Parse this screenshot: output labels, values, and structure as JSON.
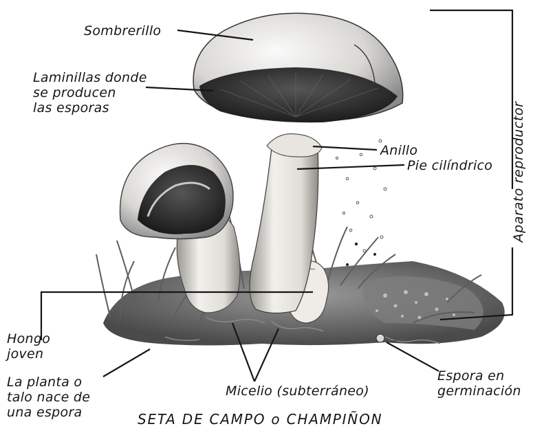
{
  "caption": "SETA DE CAMPO o CHAMPIÑON",
  "labels": {
    "sombrerillo": "Sombrerillo",
    "laminillas": [
      "Laminillas donde",
      "se producen",
      "las esporas"
    ],
    "anillo": "Anillo",
    "pie": "Pie cilíndrico",
    "hongo_joven": [
      "Hongo",
      "joven"
    ],
    "talo": [
      "La planta o",
      "talo nace de",
      "una espora"
    ],
    "micelio": "Micelio (subterráneo)",
    "espora_germinacion": [
      "Espora en",
      "germinación"
    ],
    "aparato": "Aparato reproductor"
  },
  "colors": {
    "ink": "#151515",
    "cap": "#e6e4e0",
    "gills": "#3a3a3a",
    "stem": "#ece9e4",
    "grass": "#6b6b6b"
  }
}
